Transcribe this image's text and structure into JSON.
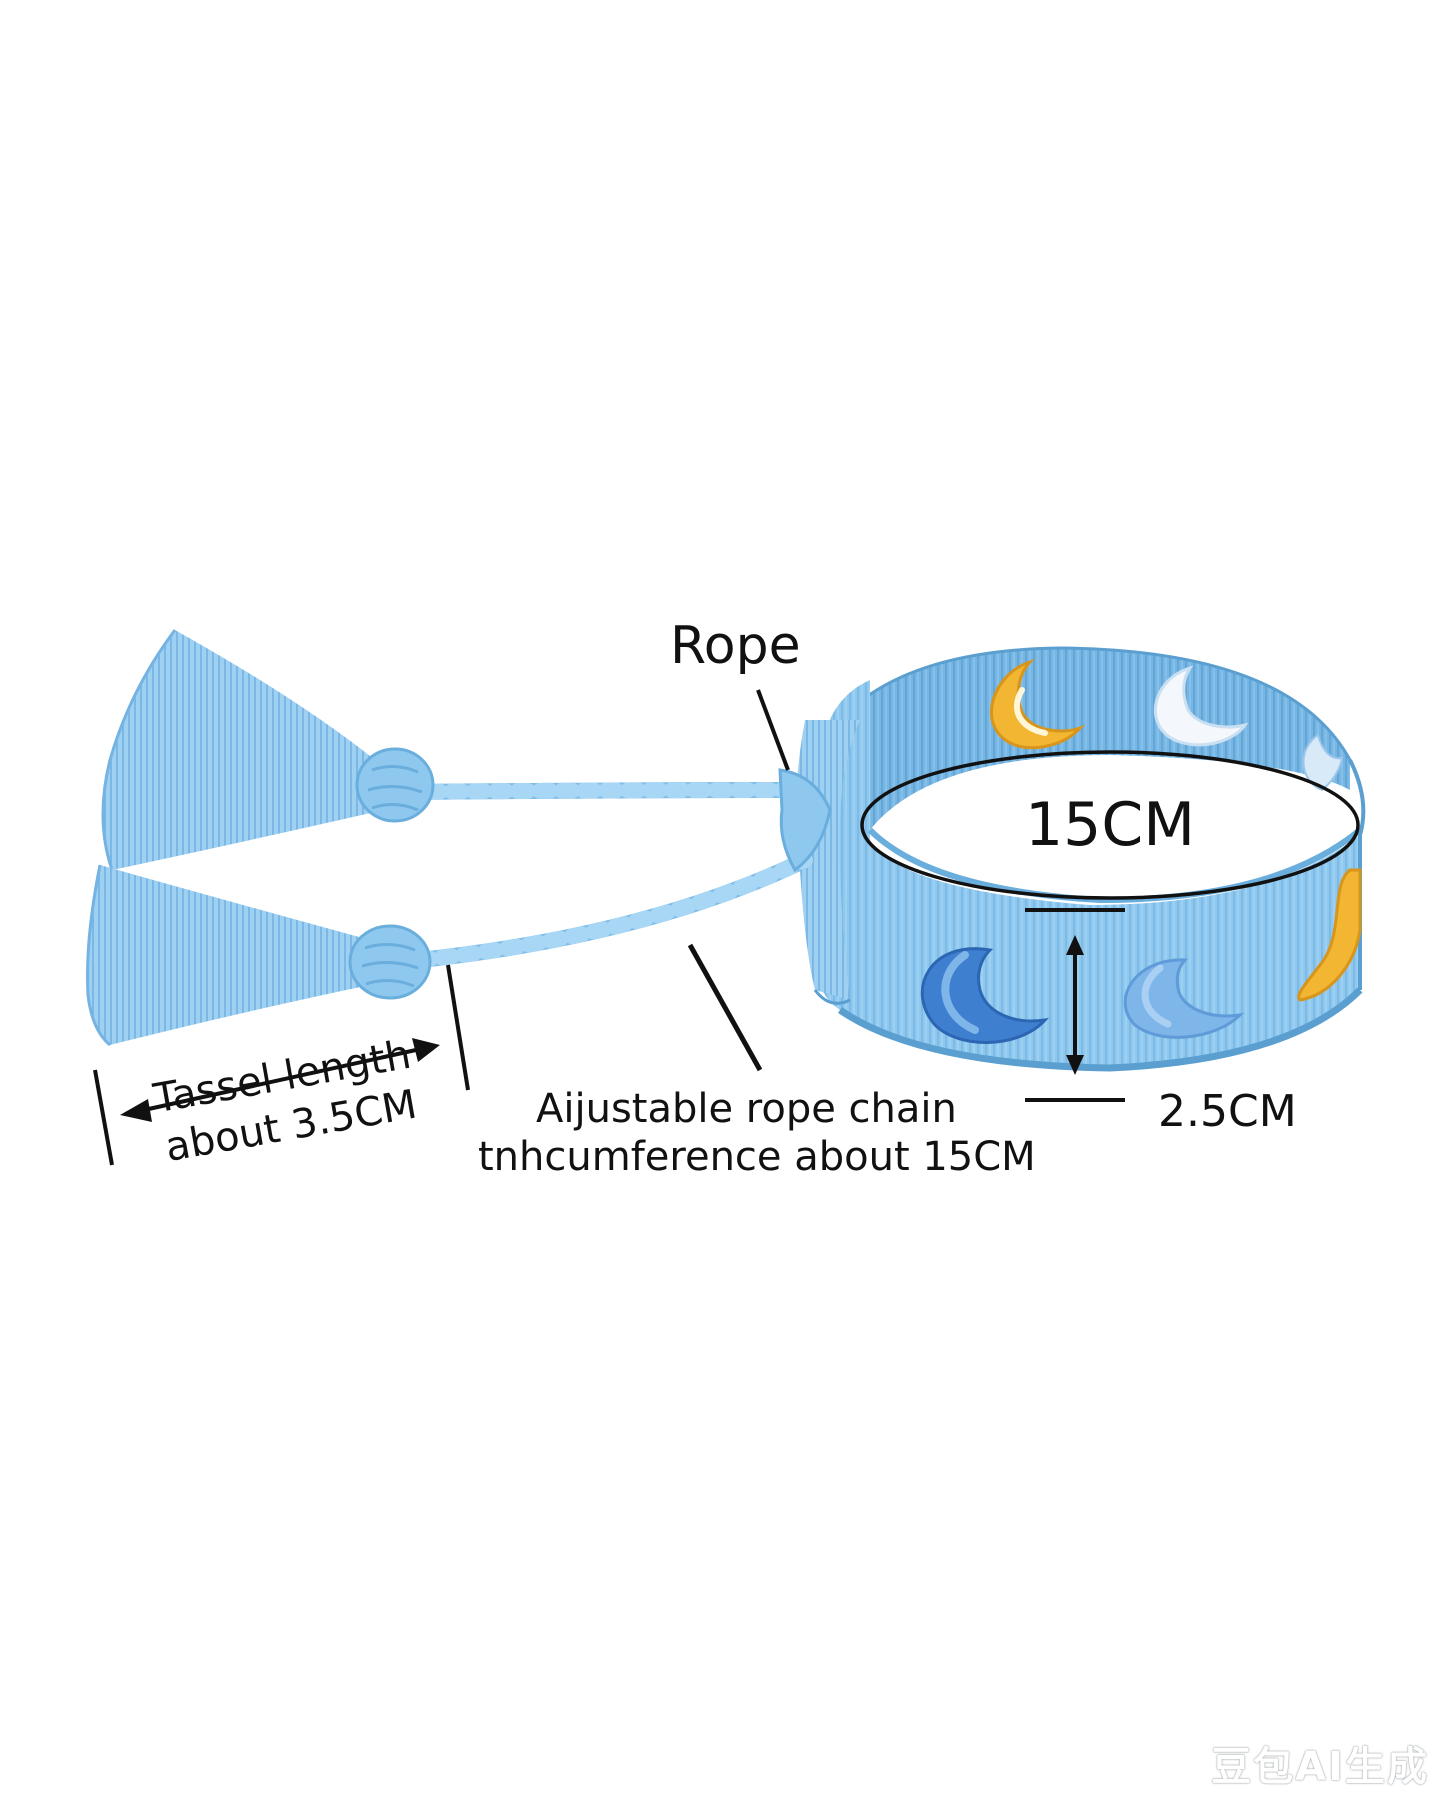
{
  "labels": {
    "rope": "Rope",
    "circumference": "15CM",
    "width": "2.5CM",
    "tassel_line1": "Tassel length",
    "tassel_line2": "about 3.5CM",
    "chain_line1": "Aijustable rope chain",
    "chain_line2": "tnhcumference about 15CM"
  },
  "watermark": "豆包AI生成",
  "colors": {
    "band": "#8ec8ee",
    "band_dark": "#6eb0df",
    "band_shadow": "#5a9fd0",
    "moon_yellow": "#f2b632",
    "moon_white": "#f4f7fb",
    "moon_blue": "#3f7fd0",
    "moon_light_blue": "#7fb6ea",
    "annotation": "#111111"
  },
  "icons": [
    "moon-icon"
  ]
}
